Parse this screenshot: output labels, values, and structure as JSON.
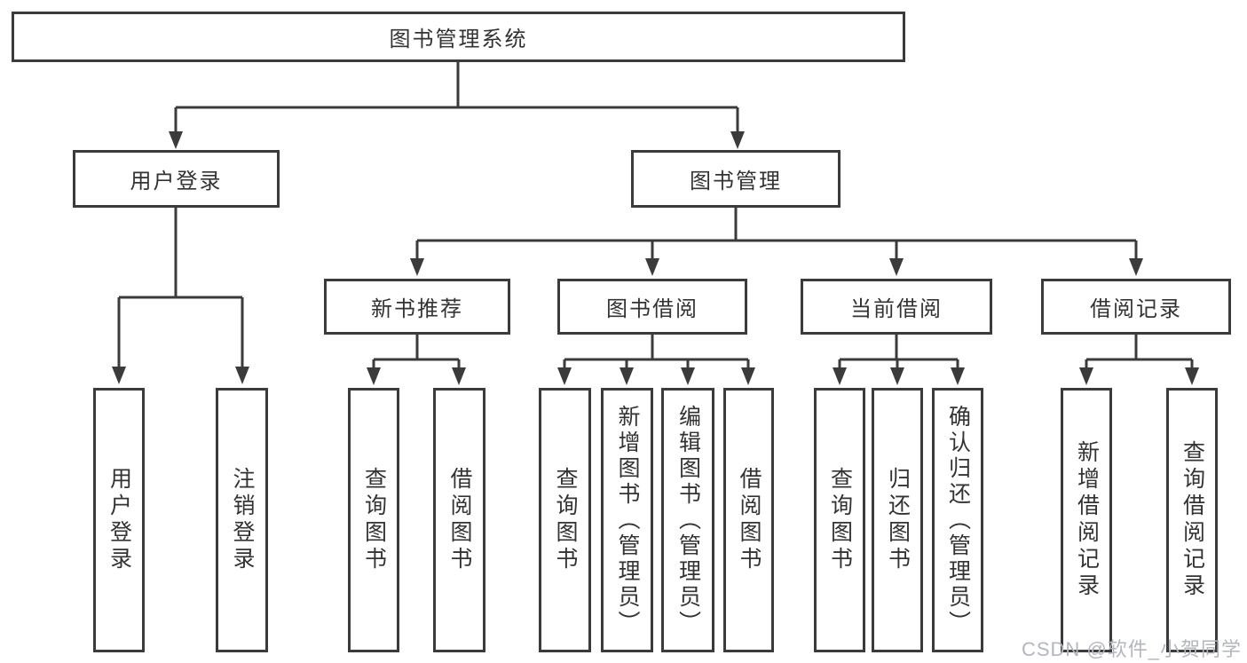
{
  "tree": {
    "label": "图书管理系统",
    "children": [
      {
        "label": "用户登录",
        "children": [
          {
            "label": "用户登录"
          },
          {
            "label": "注销登录"
          }
        ]
      },
      {
        "label": "图书管理",
        "children": [
          {
            "label": "新书推荐",
            "children": [
              {
                "label": "查询图书"
              },
              {
                "label": "借阅图书"
              }
            ]
          },
          {
            "label": "图书借阅",
            "children": [
              {
                "label": "查询图书"
              },
              {
                "label": "新增图书（管理员）"
              },
              {
                "label": "编辑图书（管理员）"
              },
              {
                "label": "借阅图书"
              }
            ]
          },
          {
            "label": "当前借阅",
            "children": [
              {
                "label": "查询图书"
              },
              {
                "label": "归还图书"
              },
              {
                "label": "确认归还（管理员）"
              }
            ]
          },
          {
            "label": "借阅记录",
            "children": [
              {
                "label": "新增借阅记录"
              },
              {
                "label": "查询借阅记录"
              }
            ]
          }
        ]
      }
    ]
  },
  "colors": {
    "line": "#3b3b3b",
    "text": "#333333",
    "watermark": "#b3b6bd",
    "background": "#ffffff"
  },
  "watermark": "CSDN @软件_小贺同学"
}
